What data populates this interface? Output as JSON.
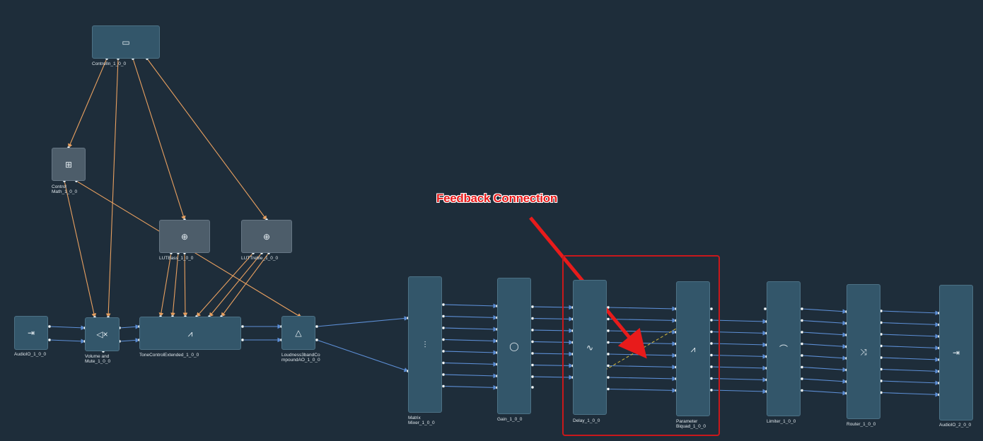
{
  "colors": {
    "background": "#1e2d3a",
    "node": "#33566a",
    "control_node": "#4d5d6a",
    "audio_wire": "#5d8fd6",
    "control_wire": "#e8a060",
    "feedback_wire": "#c8b040",
    "annotation": "#e81b1b"
  },
  "nodes": [
    {
      "id": "controlin",
      "label": "ControlIn_1_0_0",
      "icon": "presentation-icon"
    },
    {
      "id": "controlmath",
      "label": "Control\nMath_1_0_0",
      "icon": "grid-icon"
    },
    {
      "id": "lutbass",
      "label": "LUTBass_1_0_0",
      "icon": "lookup-icon"
    },
    {
      "id": "luttreble",
      "label": "LUTTreble_1_0_0",
      "icon": "lookup-icon"
    },
    {
      "id": "audioio1",
      "label": "AudioIO_1_0_0",
      "icon": "input-icon"
    },
    {
      "id": "volume",
      "label": "Volume and\nMute_1_0_0",
      "icon": "mute-icon"
    },
    {
      "id": "tonecontrol",
      "label": "ToneControlExtended_1_0_0",
      "icon": "filterbank-icon"
    },
    {
      "id": "loudness",
      "label": "Loudness3bandCo\nmpoundAO_1_0_0",
      "icon": "shapes-icon"
    },
    {
      "id": "matrix",
      "label": "Matrix\nMixer_1_0_0",
      "icon": "sliders-icon"
    },
    {
      "id": "gain",
      "label": "Gain_1_0_0",
      "icon": "knob-icon"
    },
    {
      "id": "delay",
      "label": "Delay_1_0_0",
      "icon": "wave-icon"
    },
    {
      "id": "biquad",
      "label": "Parameter\nBiquad_1_0_0",
      "icon": "biquad-icon"
    },
    {
      "id": "limiter",
      "label": "Limiter_1_0_0",
      "icon": "curve-icon"
    },
    {
      "id": "router",
      "label": "Router_1_0_0",
      "icon": "router-icon"
    },
    {
      "id": "audioio2",
      "label": "AudioIO_2_0_0",
      "icon": "output-icon"
    }
  ],
  "annotation": {
    "text": "Feedback Connection"
  }
}
